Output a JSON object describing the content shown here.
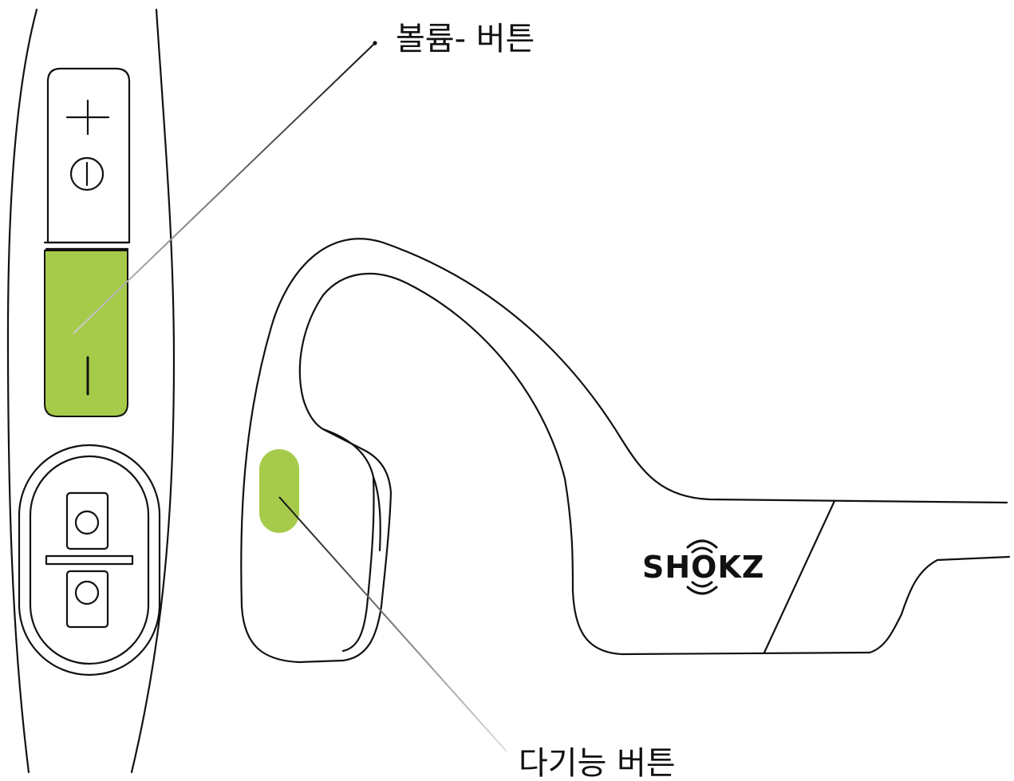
{
  "labels": {
    "volume_minus_button": "볼륨- 버튼",
    "multifunction_button": "다기능 버튼"
  },
  "device": {
    "brand": "SHOKZ",
    "volume_plus_symbol": "+",
    "volume_minus_symbol": "−"
  },
  "colors": {
    "highlight": "#a6cb4a",
    "outline": "#111111",
    "background": "#ffffff"
  }
}
